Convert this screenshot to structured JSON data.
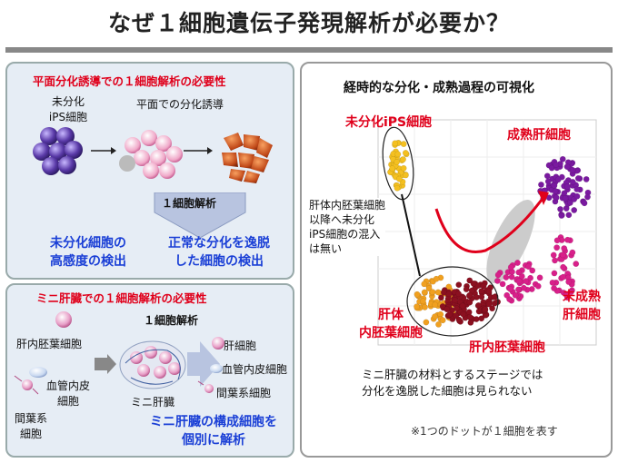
{
  "title": "なぜ１細胞遺伝子発現解析が必要か？",
  "panel1": {
    "heading": "平面分化誘導での１細胞解析の必要性",
    "undiff_label_line1": "未分化",
    "undiff_label_line2": "iPS細胞",
    "induction_label": "平面での分化誘導",
    "arrow_label": "１細胞解析",
    "result_left_line1": "未分化細胞の",
    "result_left_line2": "高感度の検出",
    "result_right_line1": "正常な分化を逸脱",
    "result_right_line2": "した細胞の検出"
  },
  "panel2": {
    "heading": "ミニ肝臓での１細胞解析の必要性",
    "arrow_label": "１細胞解析",
    "endoderm": "肝内胚葉細胞",
    "endothelial_line1": "血管内皮",
    "endothelial_line2": "細胞",
    "mesenchymal_line1": "間葉系",
    "mesenchymal_line2": "細胞",
    "mini_liver": "ミニ肝臓",
    "out_hepatocyte": "肝細胞",
    "out_endothelial": "血管内皮細胞",
    "out_mesenchymal": "間葉系細胞",
    "result_line1": "ミニ肝臓の構成細胞を",
    "result_line2": "個別に解析"
  },
  "panel3": {
    "heading": "経時的な分化・成熟過程の可視化",
    "label_undiff": "未分化iPS細胞",
    "label_mature": "成熟肝細胞",
    "label_immature_line1": "未成熟",
    "label_immature_line2": "肝細胞",
    "label_endoderm_line1": "肝体",
    "label_endoderm_line2": "内胚葉細胞",
    "label_liver_endoderm": "肝内胚葉細胞",
    "note_line1": "肝体内胚葉細胞",
    "note_line2": "以降へ未分化",
    "note_line3": "iPS細胞の混入",
    "note_line4": "は無い",
    "bottom_line1": "ミニ肝臓の材料とするステージでは",
    "bottom_line2": "分化を逸脱した細胞は見られない",
    "footnote": "※1つのドットが１細胞を表す"
  },
  "colors": {
    "red": "#e0001b",
    "blue": "#1a3fd6",
    "orange": "#f0a020",
    "yellow": "#f4c020",
    "darkred": "#8b1020",
    "purple": "#7a1aa0",
    "magenta": "#d8208a"
  }
}
